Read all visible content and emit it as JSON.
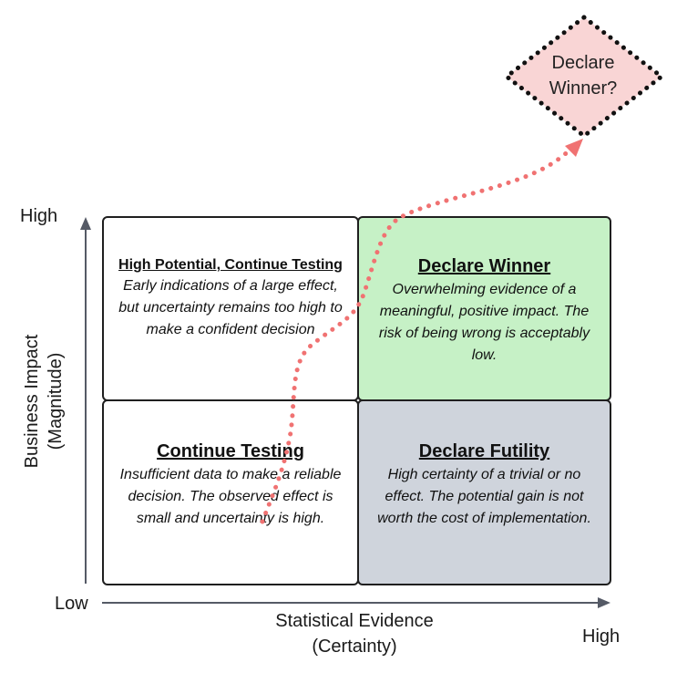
{
  "axes": {
    "y_high": "High",
    "y_low": "Low",
    "x_high": "High",
    "y_title_line1": "Business Impact",
    "y_title_line2": "(Magnitude)",
    "x_title_line1": "Statistical Evidence",
    "x_title_line2": "(Certainty)"
  },
  "quadrants": {
    "top_left": {
      "title": "High Potential, Continue Testing",
      "description": "Early indications of a large effect, but uncertainty remains too high to make a confident decision",
      "fill": "#ffffff"
    },
    "top_right": {
      "title": "Declare Winner",
      "description": "Overwhelming evidence of a meaningful, positive impact. The risk of being wrong is acceptably low.",
      "fill": "#c6f1c6"
    },
    "bottom_left": {
      "title": "Continue Testing",
      "description": "Insufficient data to make a reliable decision. The observed effect is small and uncertainty is high.",
      "fill": "#ffffff"
    },
    "bottom_right": {
      "title": "Declare Futility",
      "description": "High certainty of a trivial or no effect. The potential gain is not worth the cost of implementation.",
      "fill": "#cfd4dc"
    }
  },
  "decision": {
    "line1": "Declare",
    "line2": "Winner?",
    "fill": "#f9d5d5"
  },
  "colors": {
    "path": "#f07272",
    "axis": "#555a66",
    "border": "#1f1f1f"
  }
}
